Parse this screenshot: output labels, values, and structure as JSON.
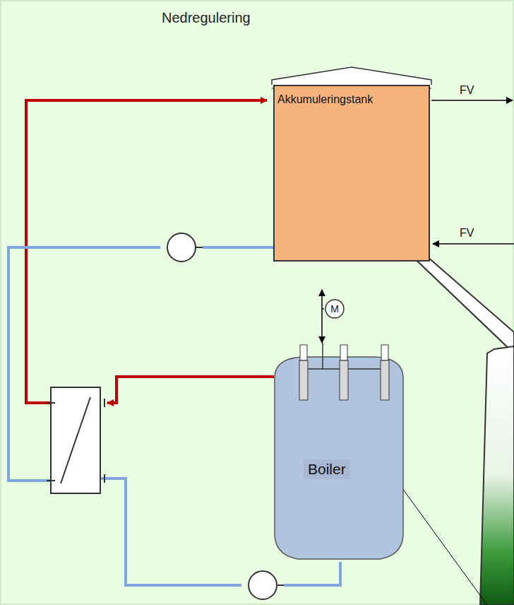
{
  "diagram": {
    "title": "Nedregulering",
    "nodes": [
      {
        "text": [
          "Akkumuleringstank"
        ]
      },
      {
        "text": [
          "M"
        ]
      },
      {
        "text": [
          "Boiler"
        ]
      }
    ],
    "edges": [
      {
        "from": 1,
        "to": 2,
        "arrow": "both"
      }
    ],
    "labels": [
      "FV",
      "FV"
    ]
  }
}
